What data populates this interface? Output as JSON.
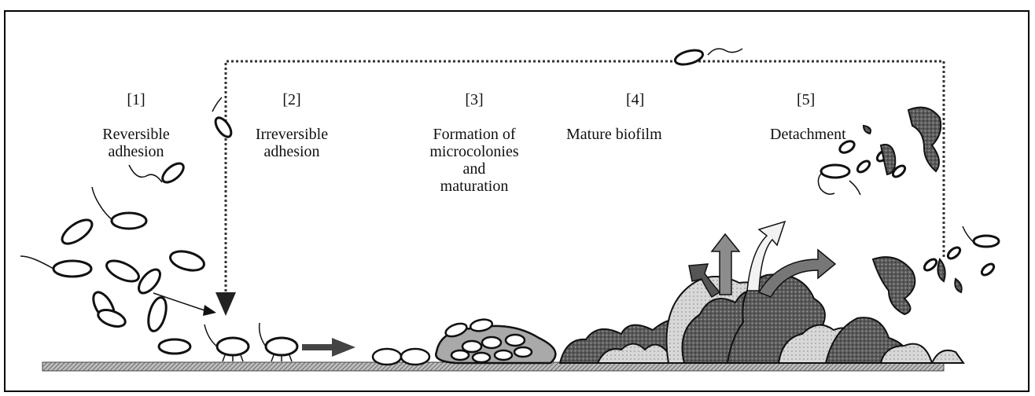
{
  "stages": [
    {
      "number": "[1]",
      "title": "Reversible\nadhesion"
    },
    {
      "number": "[2]",
      "title": "Irreversible\nadhesion"
    },
    {
      "number": "[3]",
      "title": "Formation of\nmicrocolonies\nand\nmaturation"
    },
    {
      "number": "[4]",
      "title": "Mature biofilm"
    },
    {
      "number": "[5]",
      "title": "Detachment"
    }
  ]
}
